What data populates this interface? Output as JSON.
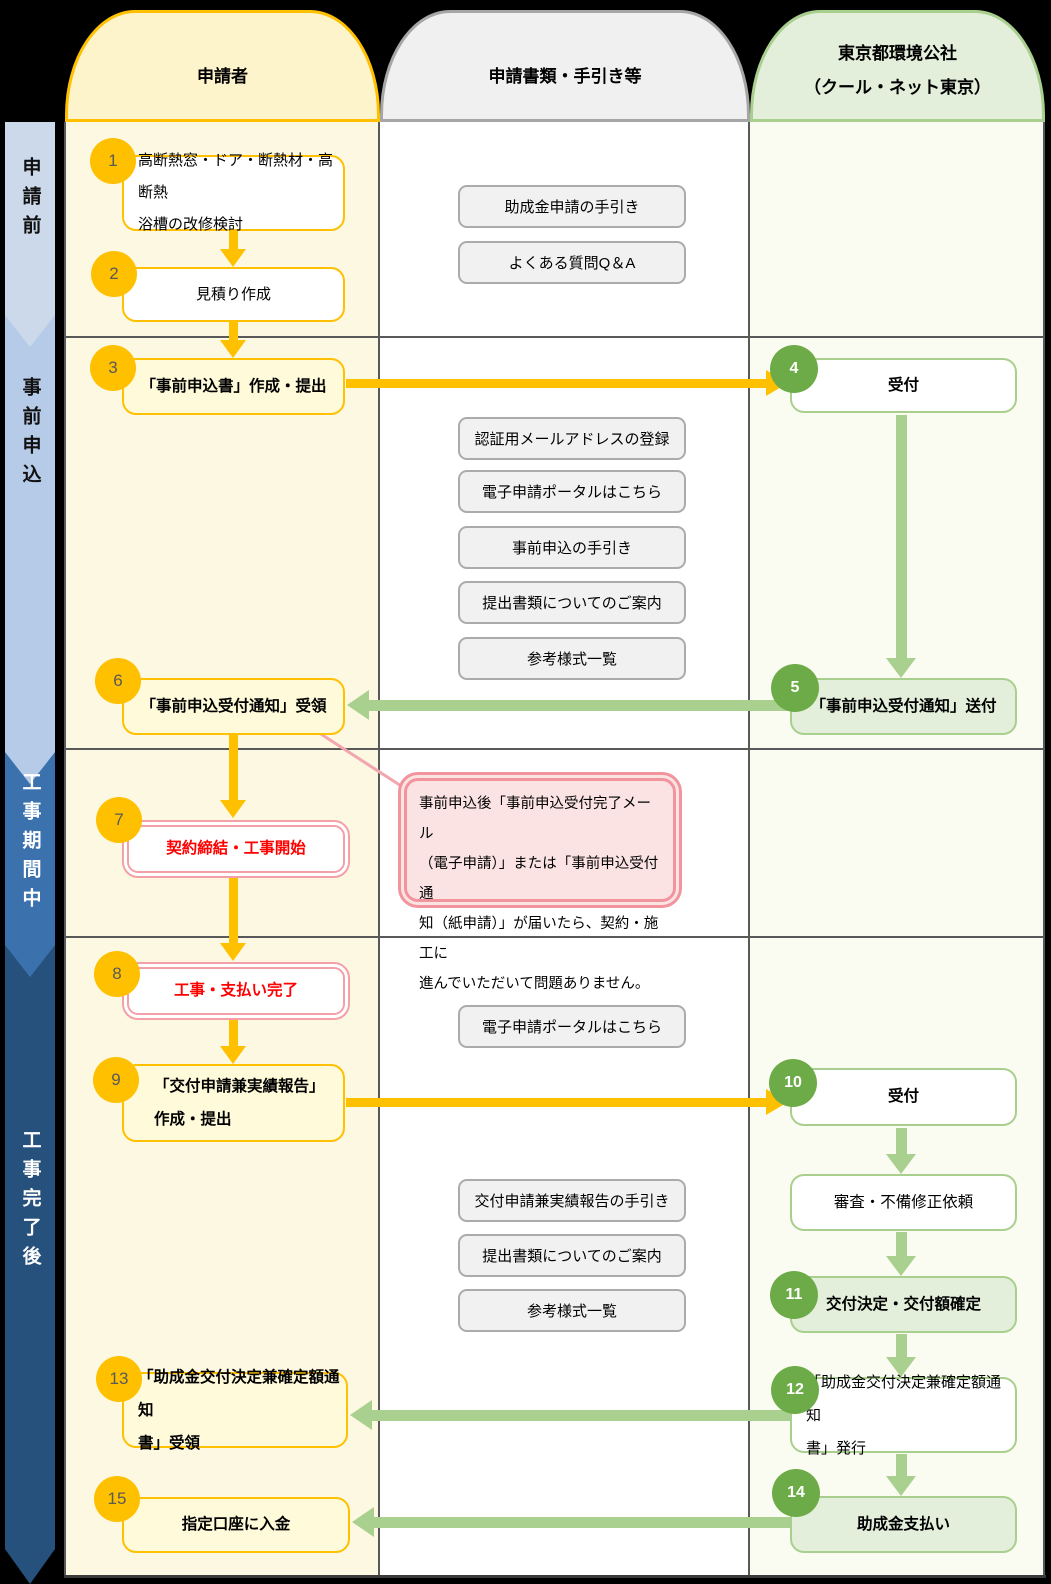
{
  "sidebar": {
    "phases": [
      {
        "label": "申請前",
        "color": "#CCD9EB",
        "text_color": "#111111"
      },
      {
        "label": "事前申込",
        "color": "#B6CBE7",
        "text_color": "#111111"
      },
      {
        "label": "工事期間中",
        "color": "#3B72AE",
        "text_color": "#FFFFFF"
      },
      {
        "label": "工事完了後",
        "color": "#27517D",
        "text_color": "#FFFFFF"
      }
    ]
  },
  "headers": {
    "applicant": "申請者",
    "documents": "申請書類・手引き等",
    "agency_line1": "東京都環境公社",
    "agency_line2": "（クール・ネット東京）"
  },
  "steps": {
    "s1": {
      "num": "1",
      "line1": "高断熱窓・ドア・断熱材・高断熱",
      "line2": "浴槽の改修検討"
    },
    "s2": {
      "num": "2",
      "label": "見積り作成"
    },
    "s3": {
      "num": "3",
      "label": "「事前申込書」作成・提出"
    },
    "s4": {
      "num": "4",
      "label": "受付"
    },
    "s5": {
      "num": "5",
      "label": "「事前申込受付通知」送付"
    },
    "s6": {
      "num": "6",
      "label": "「事前申込受付通知」受領"
    },
    "s7": {
      "num": "7",
      "label": "契約締結・工事開始"
    },
    "s8": {
      "num": "8",
      "label": "工事・支払い完了"
    },
    "s9": {
      "num": "9",
      "line1": "「交付申請兼実績報告」",
      "line2": "作成・提出"
    },
    "s10": {
      "num": "10",
      "label": "受付"
    },
    "review": {
      "label": "審査・不備修正依頼"
    },
    "s11": {
      "num": "11",
      "label": "交付決定・交付額確定"
    },
    "s12": {
      "num": "12",
      "line1": "「助成金交付決定兼確定額通知",
      "line2": "書」発行"
    },
    "s13": {
      "num": "13",
      "line1": "「助成金交付決定兼確定額通知",
      "line2": "書」受領"
    },
    "s14": {
      "num": "14",
      "label": "助成金支払い"
    },
    "s15": {
      "num": "15",
      "label": "指定口座に入金"
    }
  },
  "documents": {
    "d1": "助成金申請の手引き",
    "d2": "よくある質問Q＆A",
    "d3": "認証用メールアドレスの登録",
    "d4": "電子申請ポータルはこちら",
    "d5": "事前申込の手引き",
    "d6": "提出書類についてのご案内",
    "d7": "参考様式一覧",
    "d8": "電子申請ポータルはこちら",
    "d9": "交付申請兼実績報告の手引き",
    "d10": "提出書類についてのご案内",
    "d11": "参考様式一覧"
  },
  "note": {
    "line1": "事前申込後「事前申込受付完了メール",
    "line2": "（電子申請）」または「事前申込受付通",
    "line3": "知（紙申請）」が届いたら、契約・施工に",
    "line4": "進んでいただいて問題ありません。"
  },
  "colors": {
    "accent_yellow": "#FFC000",
    "accent_green": "#6CAB47",
    "arrow_green": "#A9D08E",
    "red_text": "#FF0000",
    "pink": "#F1949E"
  }
}
